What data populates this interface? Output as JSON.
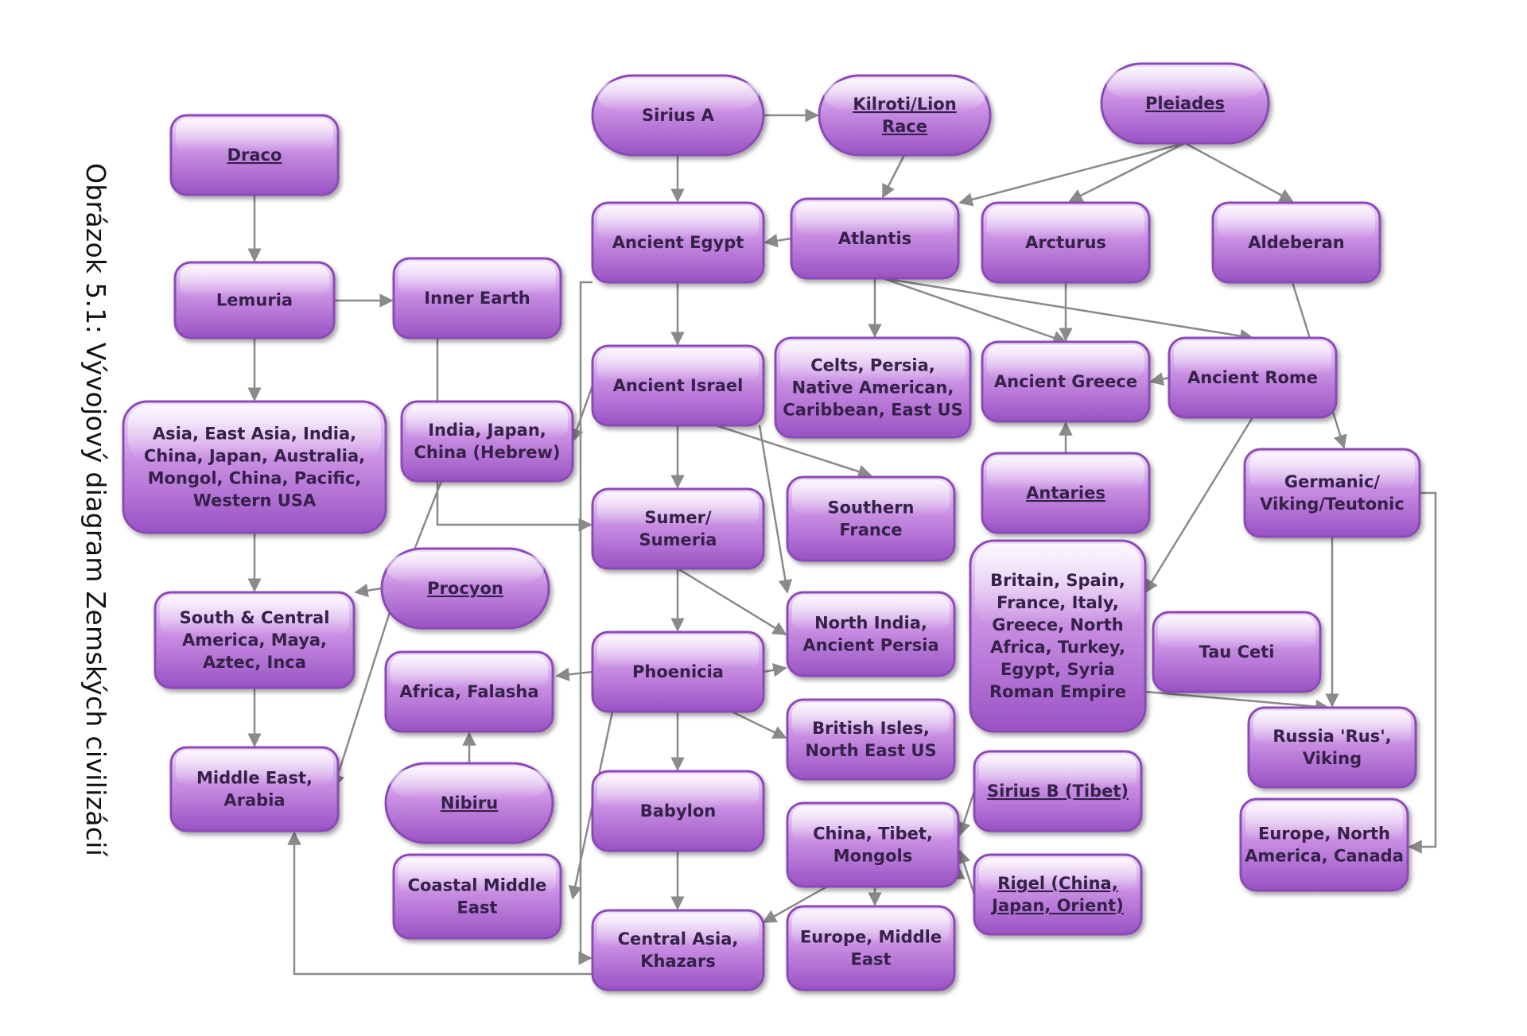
{
  "caption": "Obrázok 5.1: Vývojový diagram Zemských civilizácií",
  "colors": {
    "box_top": "#f2e2fa",
    "box_mid": "#c88ee2",
    "box_bottom": "#9a52c4",
    "border": "#8c4ab8",
    "text": "#36204a",
    "arrow": "#8a8a8a"
  },
  "nodes": [
    {
      "id": "draco",
      "lines": [
        "Draco"
      ],
      "underline": true
    },
    {
      "id": "lemuria",
      "lines": [
        "Lemuria"
      ]
    },
    {
      "id": "inner_earth",
      "lines": [
        "Inner Earth"
      ]
    },
    {
      "id": "asia",
      "lines": [
        "Asia, East Asia, India,",
        "China, Japan, Australia,",
        "Mongol, China, Pacific,",
        "Western USA"
      ]
    },
    {
      "id": "india_japan",
      "lines": [
        "India, Japan,",
        "China (Hebrew)"
      ]
    },
    {
      "id": "south_central",
      "lines": [
        "South & Central",
        "America, Maya,",
        "Aztec, Inca"
      ]
    },
    {
      "id": "procyon",
      "lines": [
        "Procyon"
      ],
      "underline": true
    },
    {
      "id": "middle_east_arabia",
      "lines": [
        "Middle East,",
        "Arabia"
      ]
    },
    {
      "id": "africa_falasha",
      "lines": [
        "Africa, Falasha"
      ]
    },
    {
      "id": "nibiru",
      "lines": [
        "Nibiru"
      ],
      "underline": true
    },
    {
      "id": "coastal",
      "lines": [
        "Coastal Middle",
        "East"
      ]
    },
    {
      "id": "sirius_a",
      "lines": [
        "Sirius A"
      ]
    },
    {
      "id": "kilroti",
      "lines": [
        "Kilroti/Lion",
        "Race"
      ],
      "underline": true
    },
    {
      "id": "pleiades",
      "lines": [
        "Pleiades"
      ],
      "underline": true
    },
    {
      "id": "egypt",
      "lines": [
        "Ancient Egypt"
      ]
    },
    {
      "id": "atlantis",
      "lines": [
        "Atlantis"
      ]
    },
    {
      "id": "arcturus",
      "lines": [
        "Arcturus"
      ]
    },
    {
      "id": "aldeberan",
      "lines": [
        "Aldeberan"
      ]
    },
    {
      "id": "israel",
      "lines": [
        "Ancient Israel"
      ]
    },
    {
      "id": "celts",
      "lines": [
        "Celts, Persia,",
        "Native American,",
        "Caribbean, East US"
      ]
    },
    {
      "id": "greece",
      "lines": [
        "Ancient Greece"
      ]
    },
    {
      "id": "rome",
      "lines": [
        "Ancient Rome"
      ]
    },
    {
      "id": "sumer",
      "lines": [
        "Sumer/",
        "Sumeria"
      ]
    },
    {
      "id": "southern_france",
      "lines": [
        "Southern",
        "France"
      ]
    },
    {
      "id": "antaries",
      "lines": [
        "Antaries"
      ],
      "underline": true
    },
    {
      "id": "germanic",
      "lines": [
        "Germanic/",
        "Viking/Teutonic"
      ]
    },
    {
      "id": "britain",
      "lines": [
        "Britain, Spain,",
        "France, Italy,",
        "Greece, North",
        "Africa, Turkey,",
        "Egypt, Syria",
        "Roman Empire"
      ]
    },
    {
      "id": "phoenicia",
      "lines": [
        "Phoenicia"
      ]
    },
    {
      "id": "north_india",
      "lines": [
        "North India,",
        "Ancient Persia"
      ]
    },
    {
      "id": "tau_ceti",
      "lines": [
        "Tau Ceti"
      ]
    },
    {
      "id": "british_isles",
      "lines": [
        "British Isles,",
        "North East US"
      ]
    },
    {
      "id": "russia",
      "lines": [
        "Russia 'Rus',",
        "Viking"
      ]
    },
    {
      "id": "babylon",
      "lines": [
        "Babylon"
      ]
    },
    {
      "id": "sirius_b",
      "lines": [
        "Sirius B (Tibet)"
      ],
      "underline": true
    },
    {
      "id": "china_tibet",
      "lines": [
        "China, Tibet,",
        "Mongols"
      ]
    },
    {
      "id": "rigel",
      "lines": [
        "Rigel (China,",
        "Japan, Orient)"
      ],
      "underline": true
    },
    {
      "id": "europe_na",
      "lines": [
        "Europe, North",
        "America, Canada"
      ]
    },
    {
      "id": "central_asia",
      "lines": [
        "Central Asia,",
        "Khazars"
      ]
    },
    {
      "id": "europe_me",
      "lines": [
        "Europe, Middle",
        "East"
      ]
    }
  ]
}
